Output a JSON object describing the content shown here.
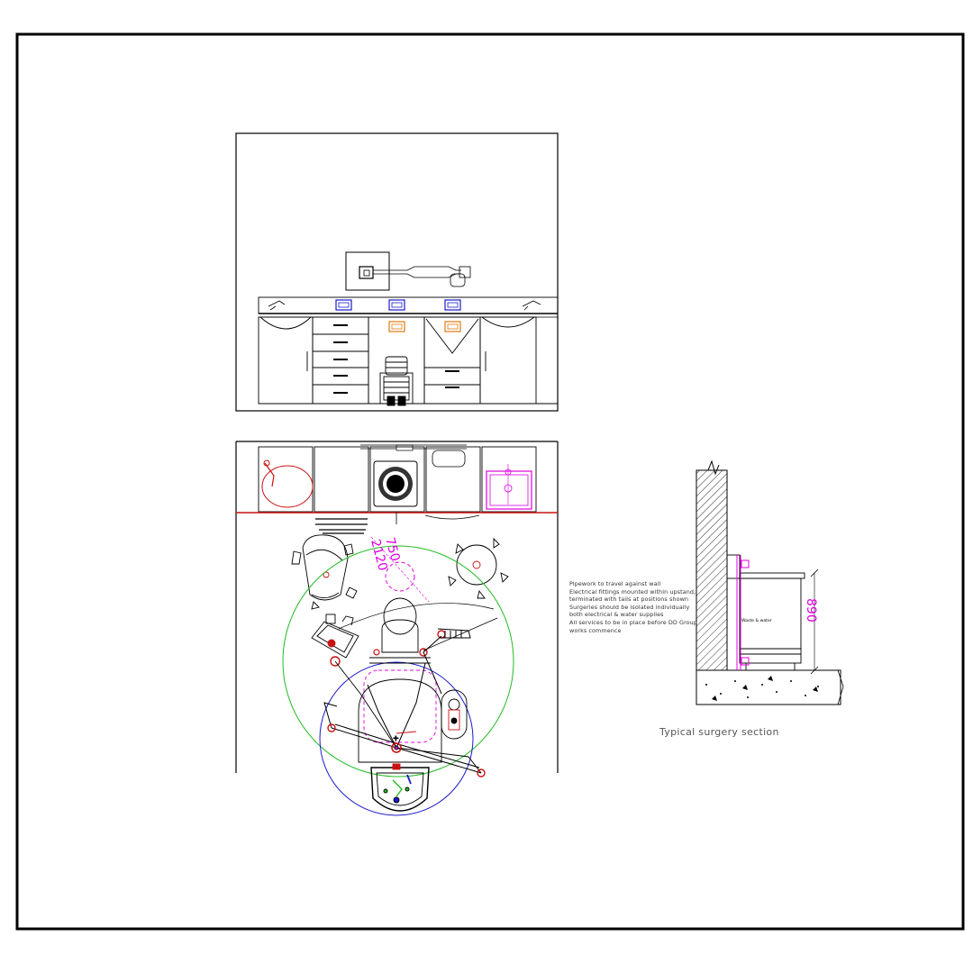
{
  "drawing": {
    "notes": [
      "Pipework to travel against wall",
      "Electrical fittings mounted within upstand, terminated with tails at positions shown",
      "Surgeries should be isolated individually both electrical & water supplies",
      "All services to be in place before DD Group works commence"
    ],
    "section_title": "Typical surgery section",
    "dim_2120": "2120",
    "dim_750": "750",
    "dim_890": "890",
    "small_label": "Waste & water",
    "colors": {
      "line": "#000000",
      "magenta": "#e000e0",
      "blue": "#1a1acc",
      "orange": "#e07a10",
      "red": "#cc1111",
      "green": "#22bb22",
      "hatch": "#000000"
    }
  }
}
